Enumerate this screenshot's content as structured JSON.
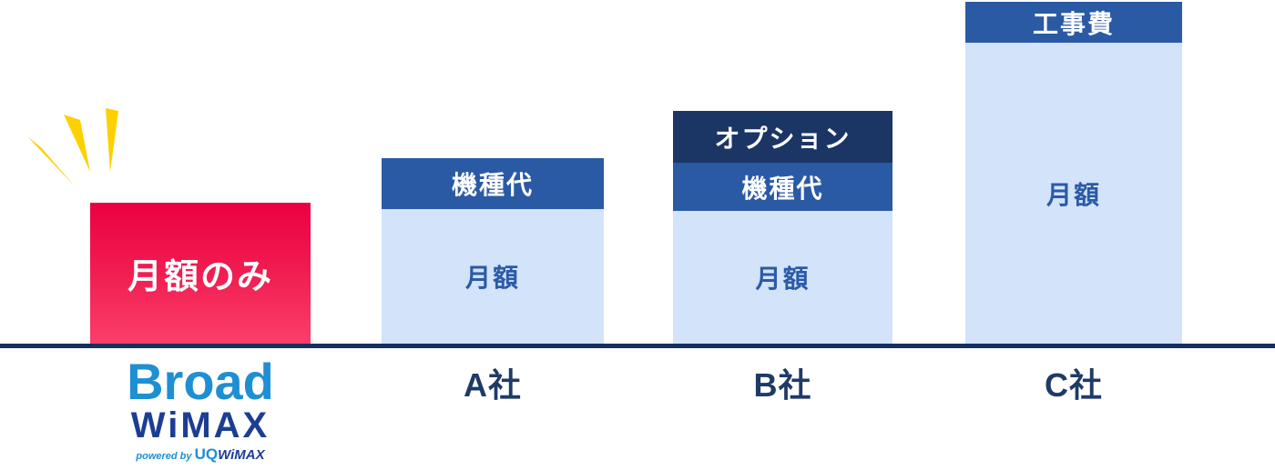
{
  "colors": {
    "pink_top": "#ec0041",
    "pink_bottom": "#fb3e6a",
    "blue_mid": "#2b5aa5",
    "blue_dark": "#1b3565",
    "blue_light": "#d2e3fa",
    "text_on_light_blue": "#2b5aa7",
    "baseline_navy": "#16305e",
    "company_label_navy": "#1e3a68",
    "ray_yellow": "#fdd000",
    "logo_light_blue": "#1e8fd2",
    "logo_navy": "#1c3e92"
  },
  "bars": {
    "broad": {
      "label": "月額のみ"
    },
    "a": {
      "header": "機種代",
      "body": "月額",
      "company": "A社"
    },
    "b": {
      "header_top": "オプション",
      "header": "機種代",
      "body": "月額",
      "company": "B社"
    },
    "c": {
      "header": "工事費",
      "body": "月額",
      "company": "C社"
    }
  },
  "brand": {
    "broad": "Broad",
    "wimax": "WiMAX",
    "powered_by": "powered by",
    "uq": "UQ",
    "uq_wimax": "WiMAX"
  },
  "icons": {
    "emphasis_rays": "three-yellow-burst-rays"
  },
  "chart_data": {
    "type": "bar",
    "stacked": true,
    "orientation": "vertical",
    "title": "",
    "categories": [
      "Broad WiMAX",
      "A社",
      "B社",
      "C社"
    ],
    "series": [
      {
        "name": "月額のみ",
        "color": "#ec0041→#fb3e6a gradient",
        "values": [
          155,
          0,
          0,
          0
        ]
      },
      {
        "name": "月額",
        "color": "#d2e3fa",
        "values": [
          0,
          148,
          146,
          331
        ]
      },
      {
        "name": "機種代",
        "color": "#2b5aa5",
        "values": [
          0,
          56,
          53,
          0
        ]
      },
      {
        "name": "オプション",
        "color": "#1b3565",
        "values": [
          0,
          0,
          57,
          0
        ]
      },
      {
        "name": "工事費",
        "color": "#2b5aa5",
        "values": [
          0,
          0,
          0,
          45
        ]
      }
    ],
    "ylabel": "",
    "xlabel": "",
    "value_axis_labels": "none (qualitative cost comparison, values are segment heights in px)",
    "legend_position": "none (segments labeled inline)",
    "grid": false,
    "baseline_color": "#16305e"
  }
}
